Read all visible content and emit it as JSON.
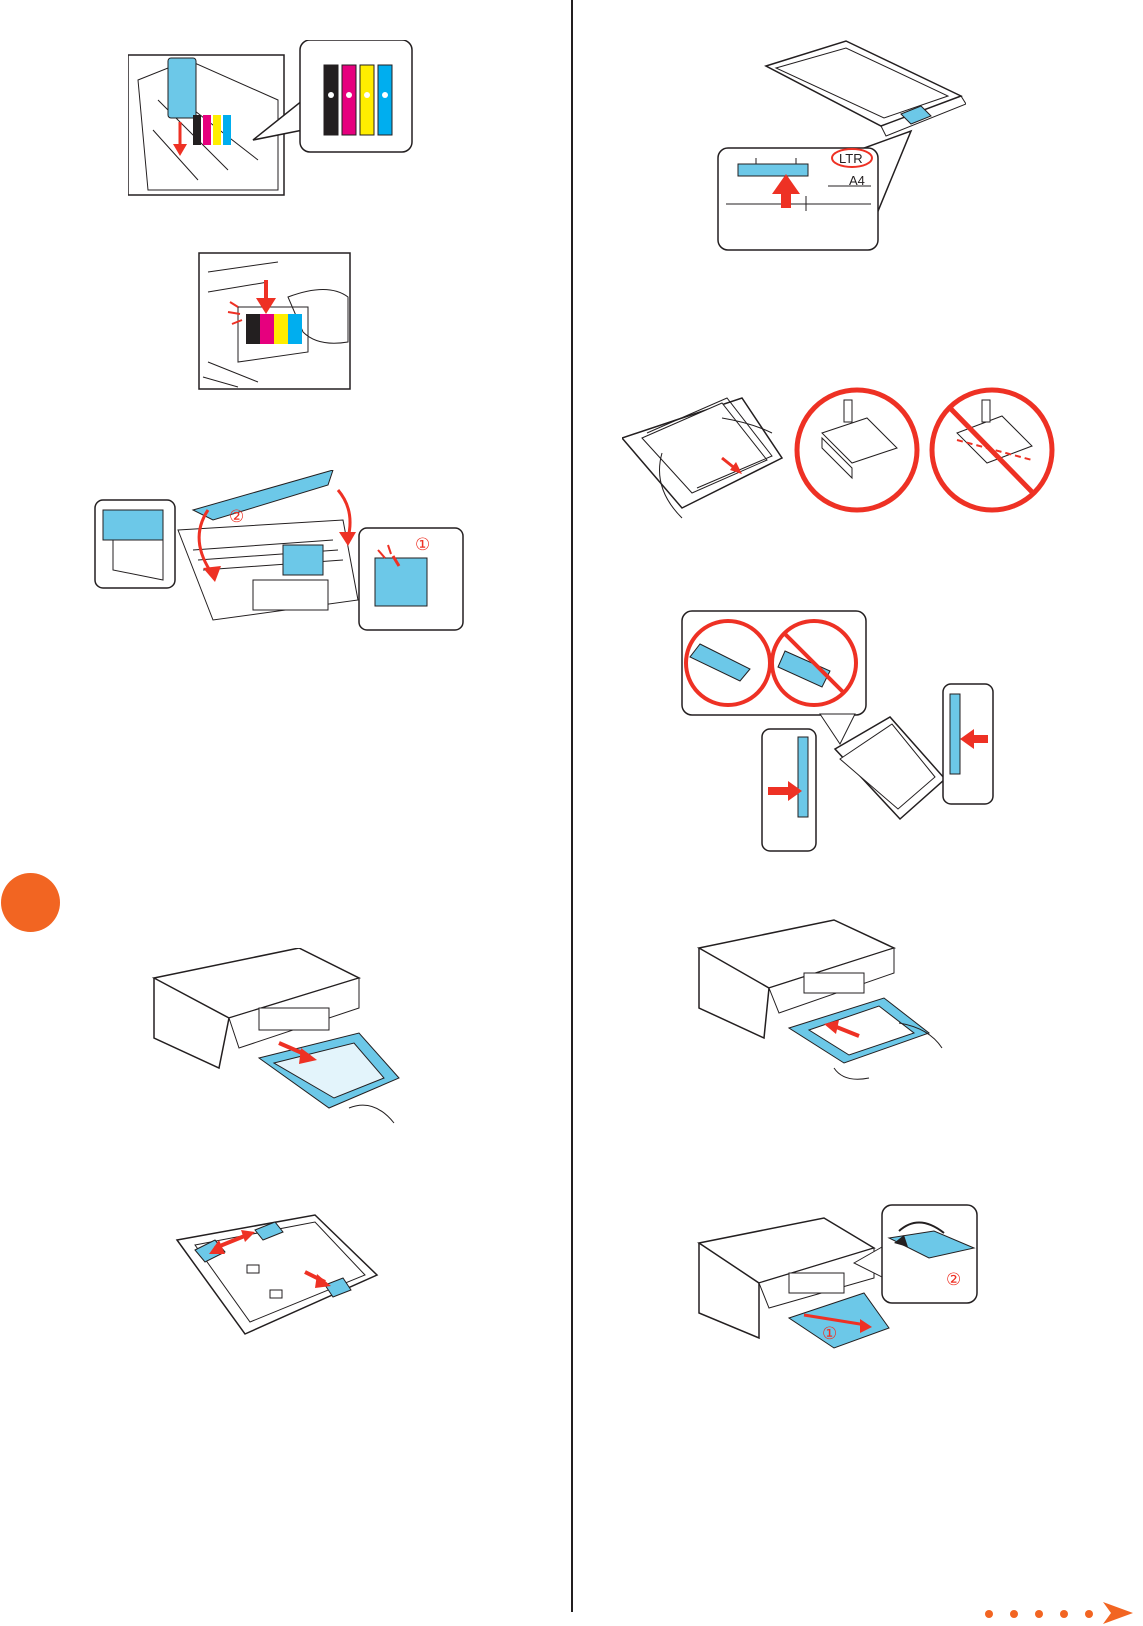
{
  "labels": {
    "paper_size_ltr": "LTR",
    "paper_size_a4": "A4",
    "step_one": "①",
    "step_two": "②"
  },
  "colors": {
    "accent_blue": "#6cc8e8",
    "arrow_red": "#ee3124",
    "orange": "#f26522",
    "ink_black": "#231f20",
    "ink_magenta": "#e6007e",
    "ink_yellow": "#ffed00",
    "ink_cyan": "#00aeef"
  },
  "icons": {
    "step_marker": "orange-circle-icon",
    "continue": "continue-arrow-icon"
  }
}
